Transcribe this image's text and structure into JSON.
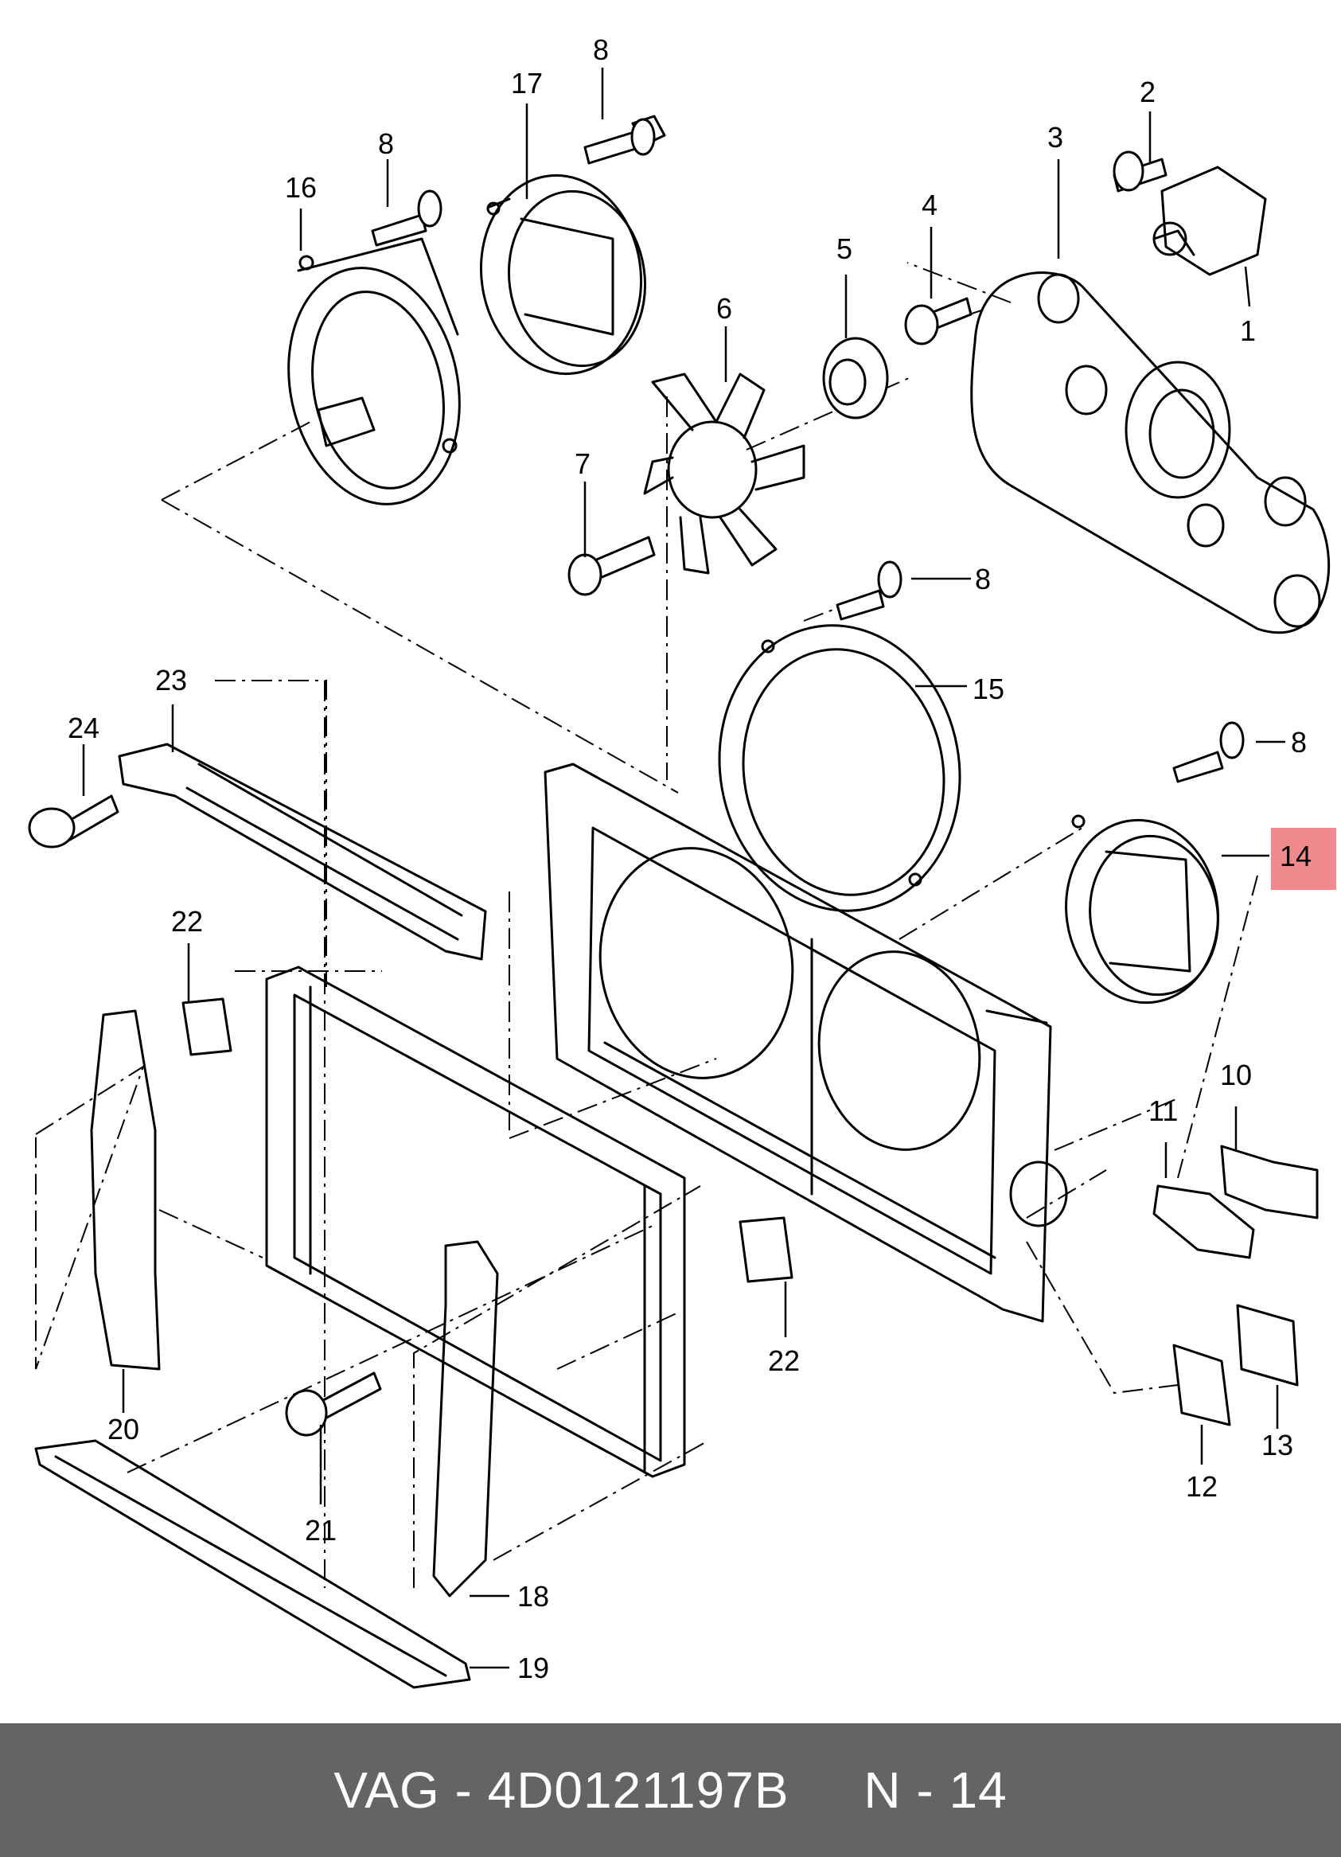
{
  "callouts": {
    "c1": "1",
    "c2": "2",
    "c3": "3",
    "c4": "4",
    "c5": "5",
    "c6": "6",
    "c7": "7",
    "c8a": "8",
    "c8b": "8",
    "c8c": "8",
    "c8d": "8",
    "c10": "10",
    "c11": "11",
    "c12": "12",
    "c13": "13",
    "c14": "14",
    "c15": "15",
    "c16": "16",
    "c17": "17",
    "c18": "18",
    "c19": "19",
    "c20": "20",
    "c21": "21",
    "c22a": "22",
    "c22b": "22",
    "c23": "23",
    "c24": "24"
  },
  "highlight": {
    "color": "#f08a8e",
    "callout": "14"
  },
  "footer": {
    "brand": "VAG",
    "sep1": " - ",
    "part_number": "4D0121197B",
    "gap": "     ",
    "position_label": "N",
    "sep2": " - ",
    "position_value": "14",
    "background": "#646464"
  }
}
